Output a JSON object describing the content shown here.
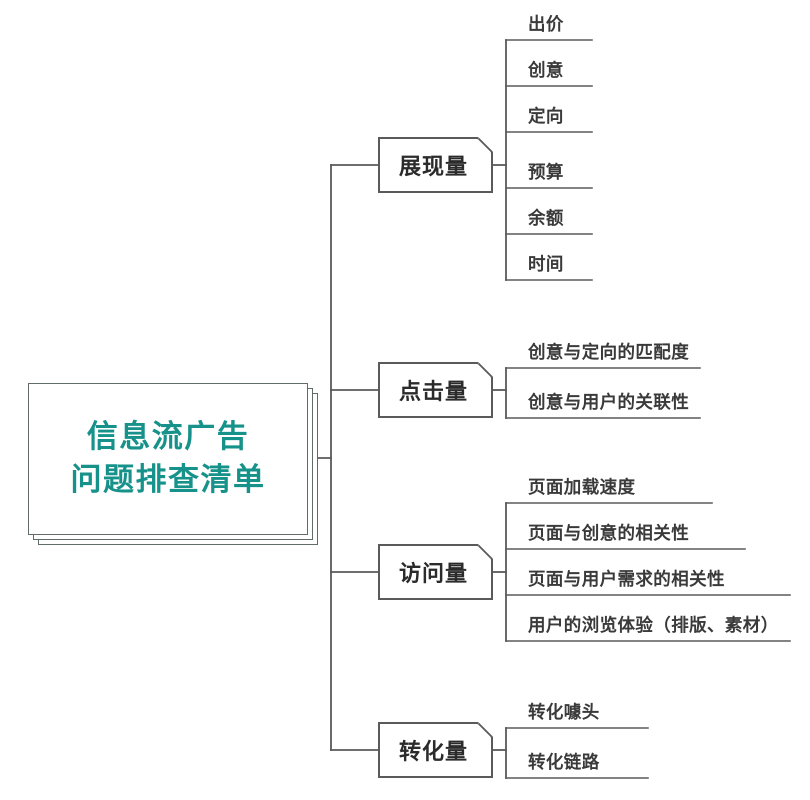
{
  "diagram": {
    "type": "mind-map",
    "title_lines": [
      "信息流广告",
      "问题排查清单"
    ],
    "accent_color": "#17928a",
    "line_color": "#5a5a5a",
    "text_color": "#3a3a3a",
    "background": "#ffffff",
    "branches": [
      {
        "label": "展现量",
        "leaves": [
          "出价",
          "创意",
          "定向",
          "预算",
          "余额",
          "时间"
        ]
      },
      {
        "label": "点击量",
        "leaves": [
          "创意与定向的匹配度",
          "创意与用户的关联性"
        ]
      },
      {
        "label": "访问量",
        "leaves": [
          "页面加载速度",
          "页面与创意的相关性",
          "页面与用户需求的相关性",
          "用户的浏览体验（排版、素材）"
        ]
      },
      {
        "label": "转化量",
        "leaves": [
          "转化噱头",
          "转化链路"
        ]
      }
    ]
  }
}
